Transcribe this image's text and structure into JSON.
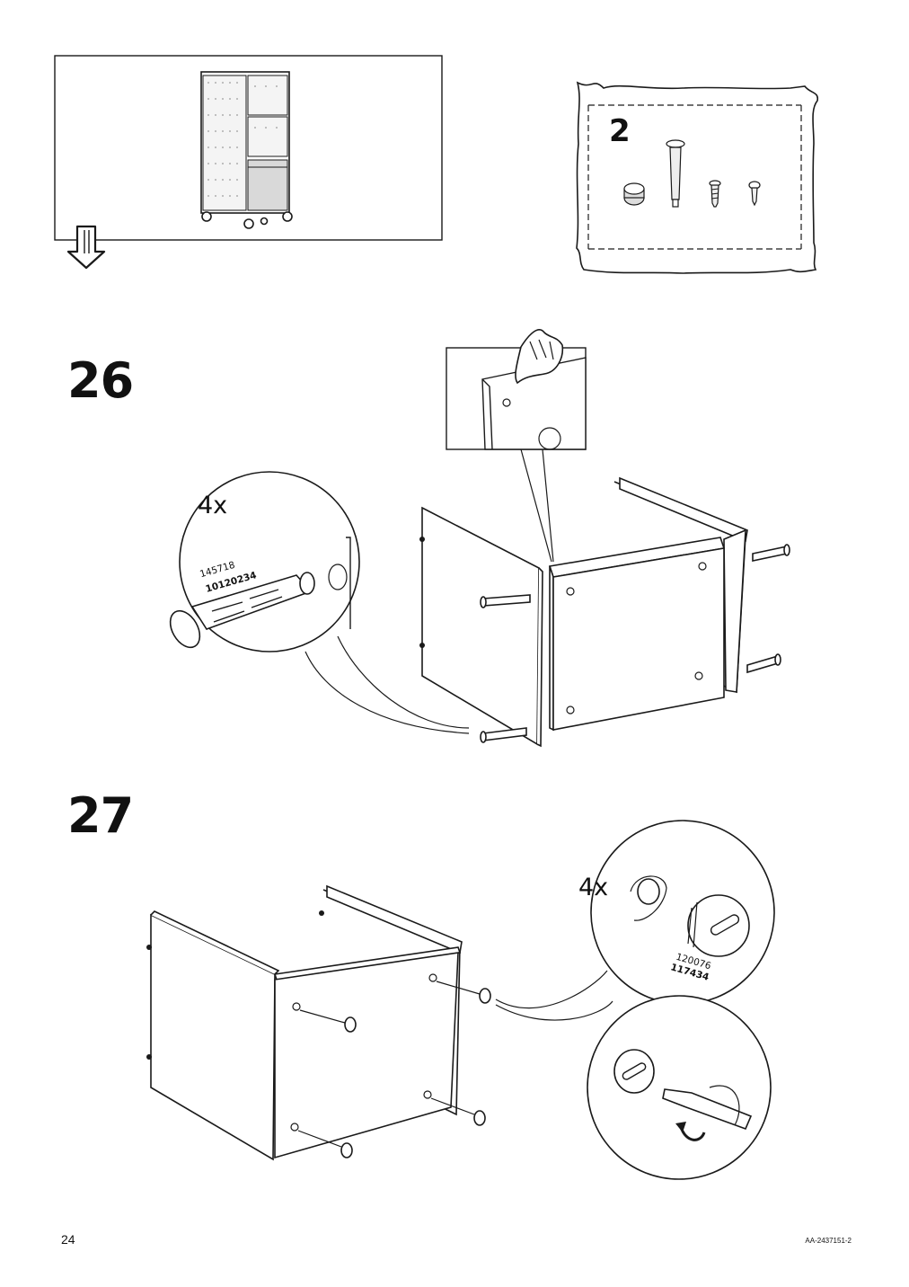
{
  "bag": {
    "number": "2"
  },
  "steps": [
    {
      "number": "26",
      "quantity": "4x",
      "part_numbers": [
        "145718",
        "10120234"
      ]
    },
    {
      "number": "27",
      "quantity": "4x",
      "part_numbers": [
        "120076",
        "117434"
      ]
    }
  ],
  "footer": {
    "page_number": "24",
    "document_code": "AA-2437151-2"
  },
  "icons": [
    "cabinet-overview-illustration",
    "turn-over-arrow-icon",
    "hardware-bag-icon",
    "hand-press-icon",
    "screwdriver-icon",
    "rotate-arrow-icon"
  ]
}
